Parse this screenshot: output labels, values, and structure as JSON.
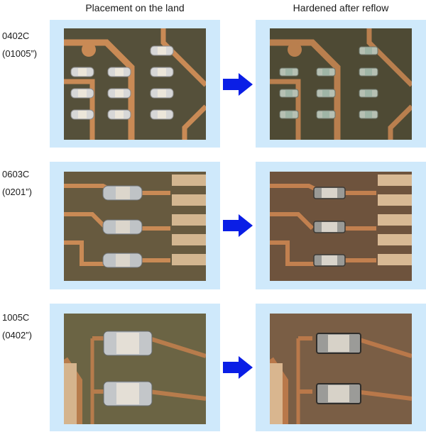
{
  "headers": {
    "left": "Placement on the land",
    "right": "Hardened after reflow"
  },
  "rows": [
    {
      "size": "0402C",
      "size_sub": "(01005”)",
      "before_photo": "pcb-photo-0402-placement",
      "after_photo": "pcb-photo-0402-after-reflow"
    },
    {
      "size": "0603C",
      "size_sub": "(0201”)",
      "before_photo": "pcb-photo-0603-placement",
      "after_photo": "pcb-photo-0603-after-reflow"
    },
    {
      "size": "1005C",
      "size_sub": "(0402”)",
      "before_photo": "pcb-photo-1005-placement",
      "after_photo": "pcb-photo-1005-after-reflow"
    }
  ],
  "colors": {
    "panel": "#cfe9fb",
    "arrow": "#0a1ee6",
    "board": "#6e5a3c",
    "trace": "#c98a55",
    "solder": "#c9c9c9",
    "component": "#e6e0d6"
  },
  "icons": {
    "arrow": "right-arrow-icon"
  }
}
